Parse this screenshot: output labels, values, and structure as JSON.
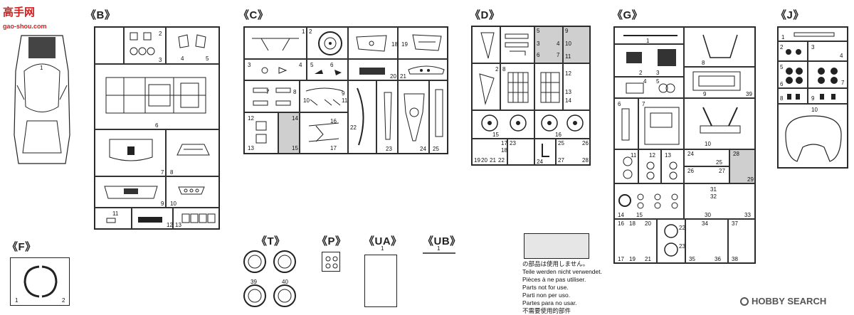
{
  "watermark_top": {
    "cn": "高手网",
    "url": "gao-shou.com"
  },
  "watermark_bottom": {
    "brand": "HOBBY SEARCH"
  },
  "sections": {
    "B": "《B》",
    "C": "《C》",
    "D": "《D》",
    "G": "《G》",
    "J": "《J》",
    "F": "《F》",
    "T": "《T》",
    "P": "《P》",
    "UA": "《UA》",
    "UB": "《UB》"
  },
  "car_label": "1",
  "part_numbers": {
    "B": [
      "2",
      "3",
      "4",
      "5",
      "6",
      "7",
      "8",
      "9",
      "10",
      "11",
      "12",
      "13"
    ],
    "C": [
      "1",
      "2",
      "18",
      "19",
      "3",
      "4",
      "5",
      "6",
      "20",
      "21",
      "7",
      "8",
      "9",
      "10",
      "11",
      "22",
      "12",
      "13",
      "14",
      "15",
      "16",
      "17",
      "23",
      "24",
      "25"
    ],
    "D": [
      "5",
      "3",
      "4",
      "6",
      "7",
      "9",
      "10",
      "11",
      "2",
      "8",
      "12",
      "13",
      "14",
      "15",
      "16",
      "17",
      "18",
      "19",
      "20",
      "21",
      "22",
      "23",
      "24",
      "25",
      "26",
      "27",
      "28"
    ],
    "G": [
      "1",
      "2",
      "3",
      "4",
      "5",
      "8",
      "9",
      "39",
      "6",
      "7",
      "10",
      "11",
      "12",
      "13",
      "24",
      "25",
      "28",
      "29",
      "26",
      "27",
      "31",
      "32",
      "30",
      "33",
      "14",
      "15",
      "16",
      "18",
      "20",
      "22",
      "23",
      "34",
      "37",
      "17",
      "19",
      "21",
      "35",
      "36",
      "38"
    ],
    "J": [
      "1",
      "2",
      "3",
      "4",
      "5",
      "6",
      "7",
      "8",
      "9",
      "10"
    ],
    "F": [
      "1",
      "2"
    ],
    "T": [
      "39",
      "40"
    ],
    "UA": "1",
    "UB": "1"
  },
  "not_for_use_note": [
    "の部品は使用しません。",
    "Teile werden nicht verwendet.",
    "Pièces à ne pas utiliser.",
    "Parts not for use.",
    "Parti non per uso.",
    "Partes para no usar.",
    "不需要使用的部件"
  ],
  "colors": {
    "line": "#222222",
    "gray_fill": "#cfcfcf",
    "watermark_red": "#d22020"
  }
}
